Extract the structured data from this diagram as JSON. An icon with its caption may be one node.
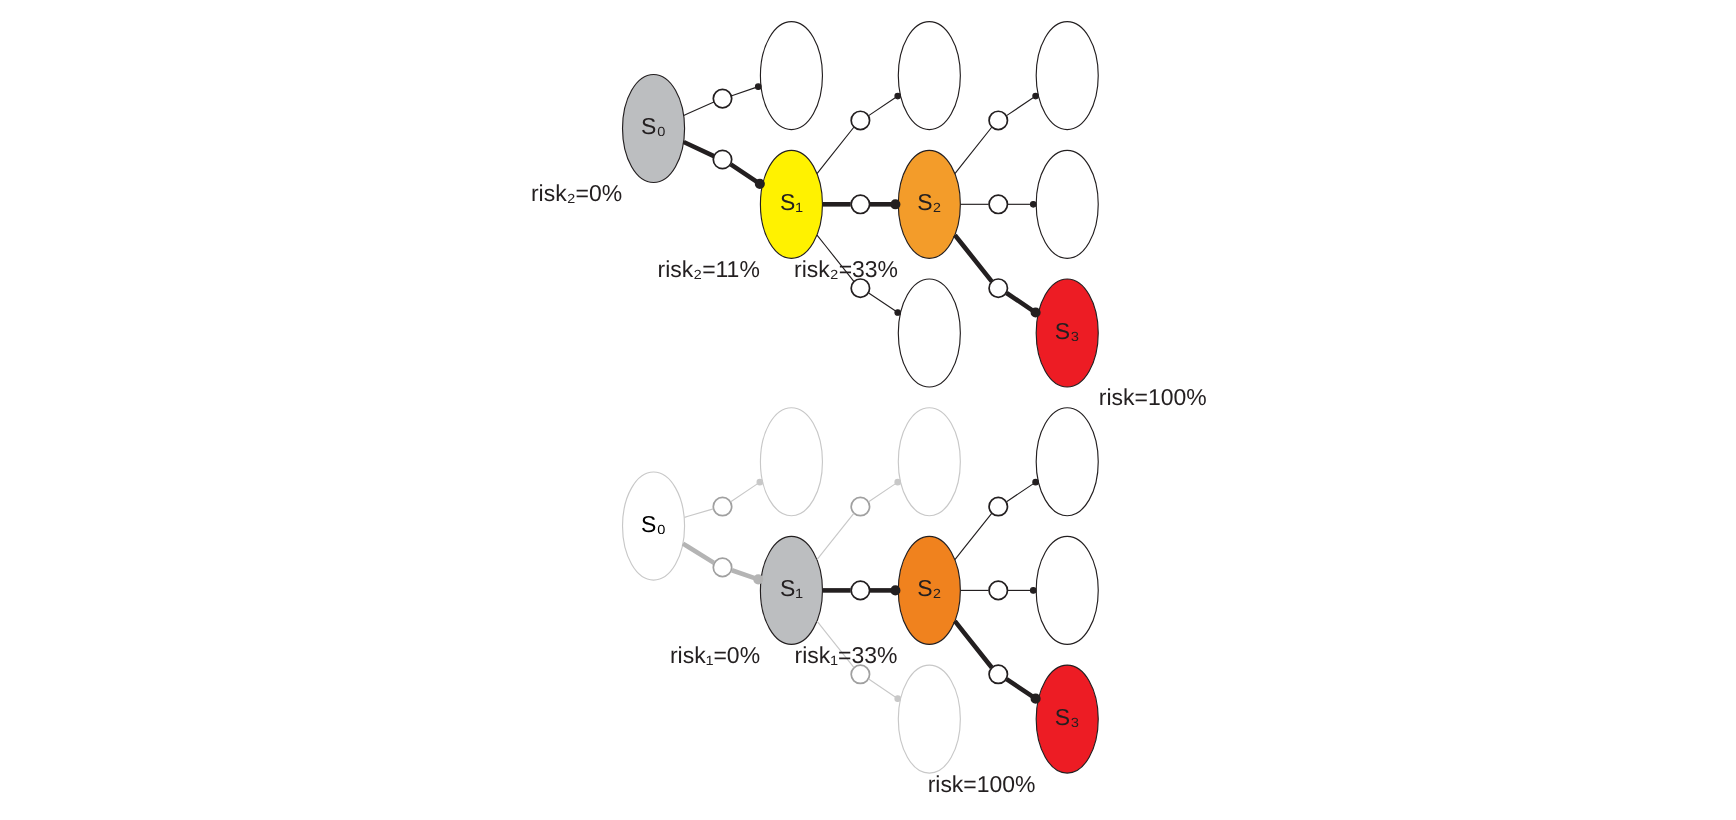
{
  "diagram": {
    "nodes": [
      {
        "text": [
          "S₀"
        ]
      },
      {
        "text": [
          "S₁"
        ],
        "beside": [
          "risk₁=0%"
        ]
      },
      {
        "text": [
          "S₂"
        ],
        "beside": [
          "risk₁=33%"
        ]
      },
      {
        "text": [
          "S₃"
        ],
        "beside": [
          "risk=100%"
        ]
      },
      {
        "text": [],
        "shape": "ellipse"
      },
      {
        "text": [],
        "shape": "ellipse"
      },
      {
        "text": [],
        "shape": "ellipse"
      },
      {
        "text": [],
        "shape": "ellipse"
      },
      {
        "text": [],
        "shape": "ellipse"
      },
      {
        "text": [],
        "shape": "circle"
      },
      {
        "text": [],
        "shape": "circle"
      },
      {
        "text": [],
        "shape": "circle"
      },
      {
        "text": [],
        "shape": "circle"
      },
      {
        "text": [],
        "shape": "circle"
      },
      {
        "text": [],
        "shape": "circle"
      },
      {
        "text": [],
        "shape": "circle"
      },
      {
        "text": [],
        "shape": "circle"
      },
      {
        "text": [
          "S₀"
        ],
        "beside": [
          "risk₂=0%"
        ]
      },
      {
        "text": [
          "S₁"
        ],
        "beside": [
          "risk₂=11%"
        ]
      },
      {
        "text": [
          "S₂"
        ],
        "beside": [
          "risk₂=33%"
        ]
      },
      {
        "text": [
          "S₃"
        ],
        "beside": [
          "risk=100%"
        ]
      },
      {
        "text": [],
        "shape": "ellipse"
      },
      {
        "text": [],
        "shape": "ellipse"
      },
      {
        "text": [],
        "shape": "ellipse"
      },
      {
        "text": [],
        "shape": "ellipse"
      },
      {
        "text": [],
        "shape": "ellipse"
      },
      {
        "text": [],
        "shape": "circle"
      },
      {
        "text": [],
        "shape": "circle"
      },
      {
        "text": [],
        "shape": "circle"
      },
      {
        "text": [],
        "shape": "circle"
      },
      {
        "text": [],
        "shape": "circle"
      },
      {
        "text": [],
        "shape": "circle"
      },
      {
        "text": [],
        "shape": "circle"
      },
      {
        "text": [],
        "shape": "circle"
      }
    ],
    "edges": [
      {
        "from": 0,
        "to": 9,
        "arrow": "none",
        "color": "#c8c8c8"
      },
      {
        "from": 9,
        "to": 4,
        "arrow": "other",
        "color": "#c8c8c8"
      },
      {
        "from": 0,
        "to": 10,
        "arrow": "none",
        "style": "thick",
        "color": "#b4b4b4"
      },
      {
        "from": 10,
        "to": 1,
        "arrow": "other",
        "style": "thick",
        "color": "#b4b4b4"
      },
      {
        "from": 1,
        "to": 11,
        "arrow": "none",
        "color": "#c8c8c8"
      },
      {
        "from": 11,
        "to": 5,
        "arrow": "other",
        "color": "#c8c8c8"
      },
      {
        "from": 1,
        "to": 12,
        "arrow": "none",
        "style": "thick"
      },
      {
        "from": 12,
        "to": 2,
        "arrow": "other",
        "style": "thick"
      },
      {
        "from": 1,
        "to": 13,
        "arrow": "none",
        "color": "#c8c8c8"
      },
      {
        "from": 13,
        "to": 6,
        "arrow": "other",
        "color": "#c8c8c8"
      },
      {
        "from": 2,
        "to": 14,
        "arrow": "none"
      },
      {
        "from": 14,
        "to": 7,
        "arrow": "other"
      },
      {
        "from": 2,
        "to": 15,
        "arrow": "none"
      },
      {
        "from": 15,
        "to": 8,
        "arrow": "other"
      },
      {
        "from": 2,
        "to": 16,
        "arrow": "none",
        "style": "thick"
      },
      {
        "from": 16,
        "to": 3,
        "arrow": "other",
        "style": "thick"
      },
      {
        "from": 17,
        "to": 26,
        "arrow": "none"
      },
      {
        "from": 26,
        "to": 21,
        "arrow": "other"
      },
      {
        "from": 17,
        "to": 27,
        "arrow": "none",
        "style": "thick"
      },
      {
        "from": 27,
        "to": 18,
        "arrow": "other",
        "style": "thick"
      },
      {
        "from": 18,
        "to": 28,
        "arrow": "none"
      },
      {
        "from": 28,
        "to": 22,
        "arrow": "other"
      },
      {
        "from": 18,
        "to": 29,
        "arrow": "none",
        "style": "thick"
      },
      {
        "from": 29,
        "to": 19,
        "arrow": "other",
        "style": "thick"
      },
      {
        "from": 18,
        "to": 30,
        "arrow": "none"
      },
      {
        "from": 30,
        "to": 23,
        "arrow": "other"
      },
      {
        "from": 19,
        "to": 31,
        "arrow": "none"
      },
      {
        "from": 31,
        "to": 24,
        "arrow": "other"
      },
      {
        "from": 19,
        "to": 32,
        "arrow": "none"
      },
      {
        "from": 32,
        "to": 25,
        "arrow": "other"
      },
      {
        "from": 19,
        "to": 33,
        "arrow": "none",
        "style": "thick"
      },
      {
        "from": 33,
        "to": 20,
        "arrow": "other",
        "style": "thick"
      }
    ]
  }
}
